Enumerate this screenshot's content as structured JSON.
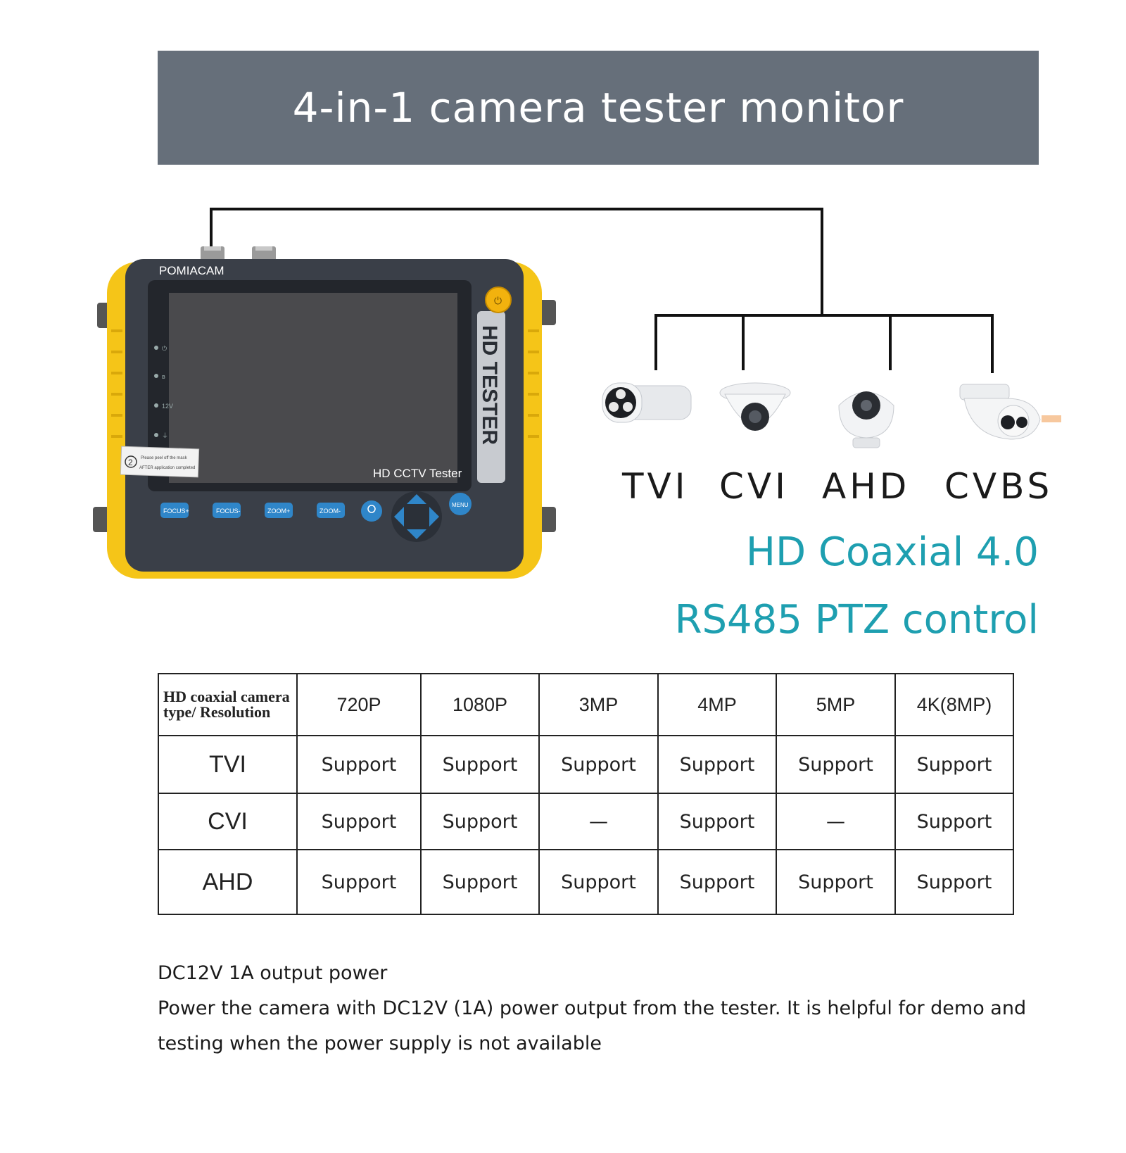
{
  "banner": {
    "title": "4-in-1 camera tester monitor"
  },
  "device": {
    "brand": "POMIACAM",
    "side_label": "HD TESTER",
    "screen_label": "HD CCTV Tester",
    "sticker_number": "2",
    "sticker_line1": "Please peel off the mask",
    "sticker_line2": "AFTER application completed",
    "indicators": [
      "12V"
    ],
    "buttons": [
      "FOCUS+",
      "FOCUS-",
      "ZOOM+",
      "ZOOM-",
      "MENU"
    ],
    "colors": {
      "bumper": "#f5c518",
      "body": "#3a3f48",
      "screen": "#4a4a4d",
      "button": "#2f86c9"
    }
  },
  "cameras": [
    {
      "label": "TVI",
      "icon": "bullet-camera-icon"
    },
    {
      "label": "CVI",
      "icon": "dome-camera-icon"
    },
    {
      "label": "AHD",
      "icon": "dome-camera-icon"
    },
    {
      "label": "CVBS",
      "icon": "turret-camera-icon"
    }
  ],
  "features": [
    "HD Coaxial 4.0",
    "RS485 PTZ control"
  ],
  "table": {
    "corner_line1": "HD coaxial camera",
    "corner_line2": "type/ Resolution",
    "columns": [
      "720P",
      "1080P",
      "3MP",
      "4MP",
      "5MP",
      "4K(8MP)"
    ],
    "rows": [
      {
        "type": "TVI",
        "cells": [
          "Support",
          "Support",
          "Support",
          "Support",
          "Support",
          "Support"
        ]
      },
      {
        "type": "CVI",
        "cells": [
          "Support",
          "Support",
          "—",
          "Support",
          "—",
          "Support"
        ]
      },
      {
        "type": "AHD",
        "cells": [
          "Support",
          "Support",
          "Support",
          "Support",
          "Support",
          "Support"
        ]
      }
    ]
  },
  "notes": {
    "title": "DC12V 1A output power",
    "body": "Power the camera with DC12V (1A) power output from the tester. It is helpful for demo and testing when the power supply is not available"
  },
  "colors": {
    "banner": "#666f7a",
    "accent": "#1e9fb0"
  }
}
